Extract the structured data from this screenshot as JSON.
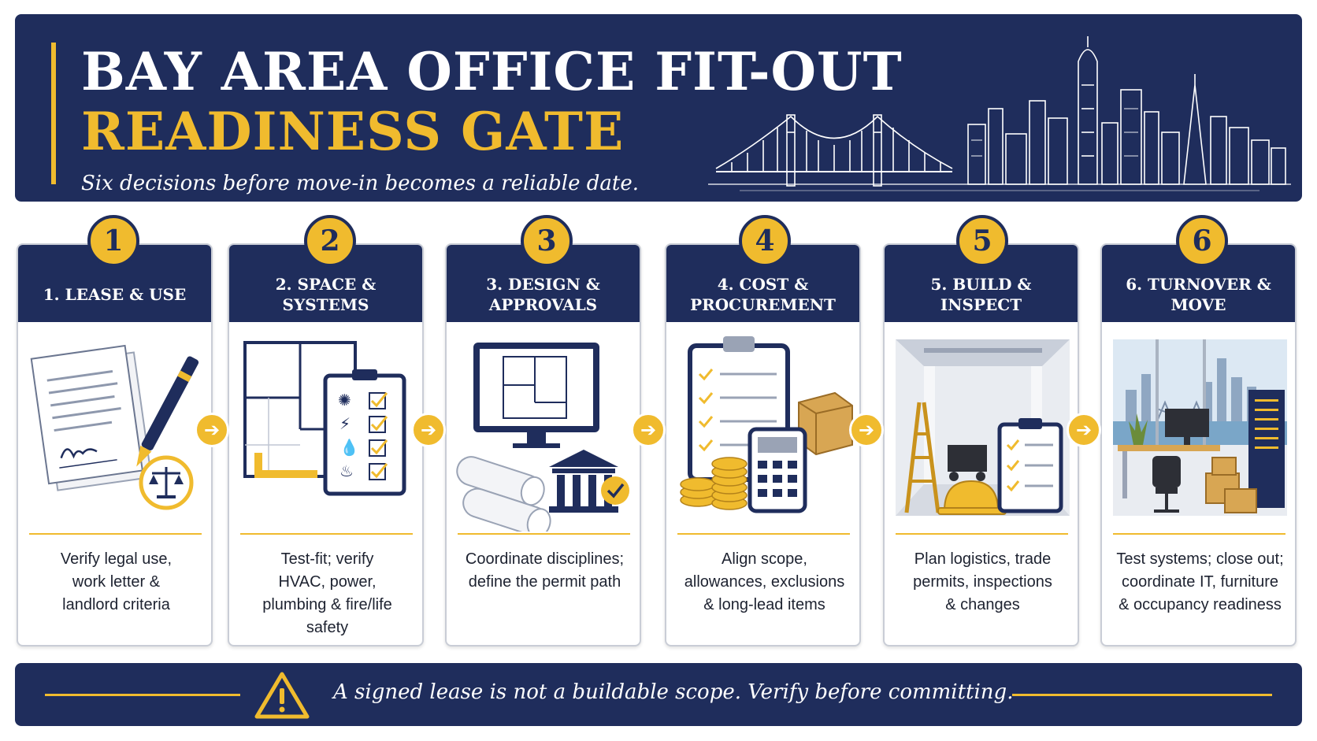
{
  "header": {
    "title_line1": "BAY AREA OFFICE FIT-OUT",
    "title_line2": "READINESS GATE",
    "subtitle": "Six decisions  before move-in becomes a reliable  date."
  },
  "steps": [
    {
      "number": "1",
      "title": "1.  LEASE & USE",
      "description": "Verify legal use,\nwork letter &\nlandlord criteria",
      "icon": "lease-document-icon"
    },
    {
      "number": "2",
      "title": "2.  SPACE &\nSYSTEMS",
      "description": "Test-fit; verify\nHVAC, power,\nplumbing & fire/life\nsafety",
      "icon": "floor-plan-checklist-icon"
    },
    {
      "number": "3",
      "title": "3.  DESIGN &\nAPPROVALS",
      "description": "Coordinate disciplines;\ndefine the permit path",
      "icon": "design-approval-icon"
    },
    {
      "number": "4",
      "title": "4.  COST &\nPROCUREMENT",
      "description": "Align scope,\nallowances, exclusions\n& long-lead items",
      "icon": "cost-calculator-icon"
    },
    {
      "number": "5",
      "title": "5.  BUILD &\nINSPECT",
      "description": "Plan logistics, trade\npermits, inspections\n& changes",
      "icon": "construction-site-icon"
    },
    {
      "number": "6",
      "title": "6.  TURNOVER &\nMOVE",
      "description": "Test systems; close out;\ncoordinate IT, furniture\n& occupancy readiness",
      "icon": "office-move-icon"
    }
  ],
  "footer": {
    "text": "A signed lease is not a buildable scope. Verify before committing.",
    "icon": "warning-icon"
  },
  "colors": {
    "navy": "#1f2d5c",
    "gold": "#f0bb2e",
    "text": "#1d2230"
  }
}
